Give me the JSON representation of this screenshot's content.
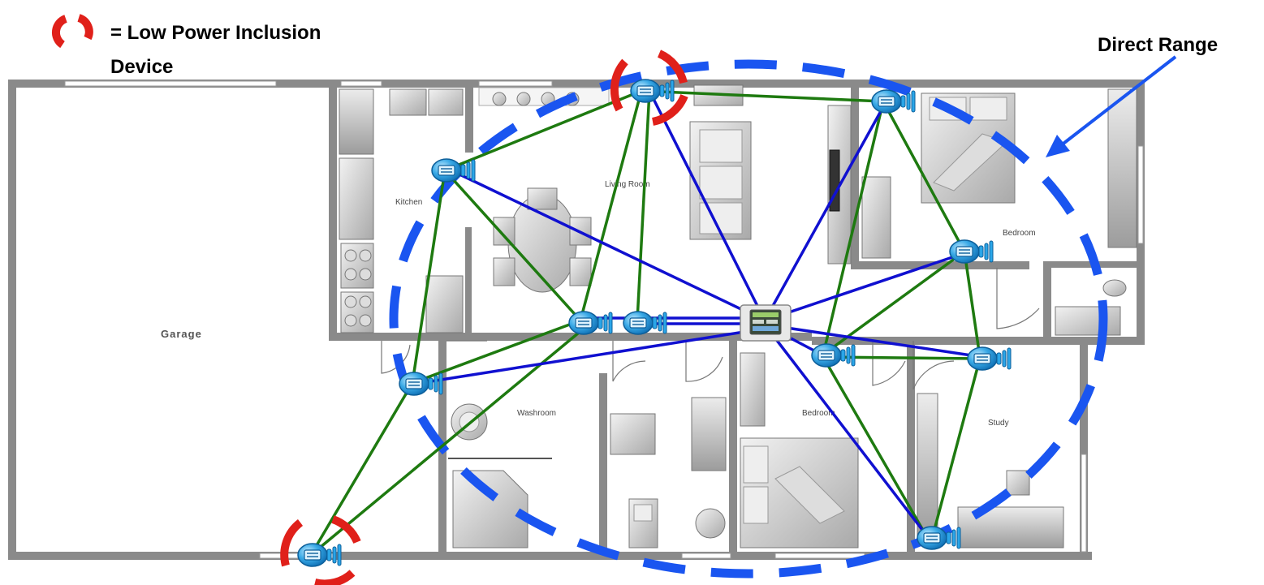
{
  "legend": {
    "icon": "low-power-bracket-icon",
    "line1": "= Low Power Inclusion",
    "line2": "Device",
    "icon_color": "#e0201a"
  },
  "direct_range": {
    "label": "Direct Range",
    "color": "#1a55f0"
  },
  "rooms": {
    "garage": "Garage",
    "kitchen": "Kitchen",
    "living_room": "Living Room",
    "bedroom_top": "Bedroom",
    "washroom": "Washroom",
    "bedroom_bottom": "Bedroom",
    "study": "Study"
  },
  "link_colors": {
    "direct": "#1010d0",
    "mesh": "#1e7a10"
  },
  "node_color": "#2aa6e8",
  "hub_icon": "controller-hub-icon",
  "device_icon": "zwave-device-icon"
}
